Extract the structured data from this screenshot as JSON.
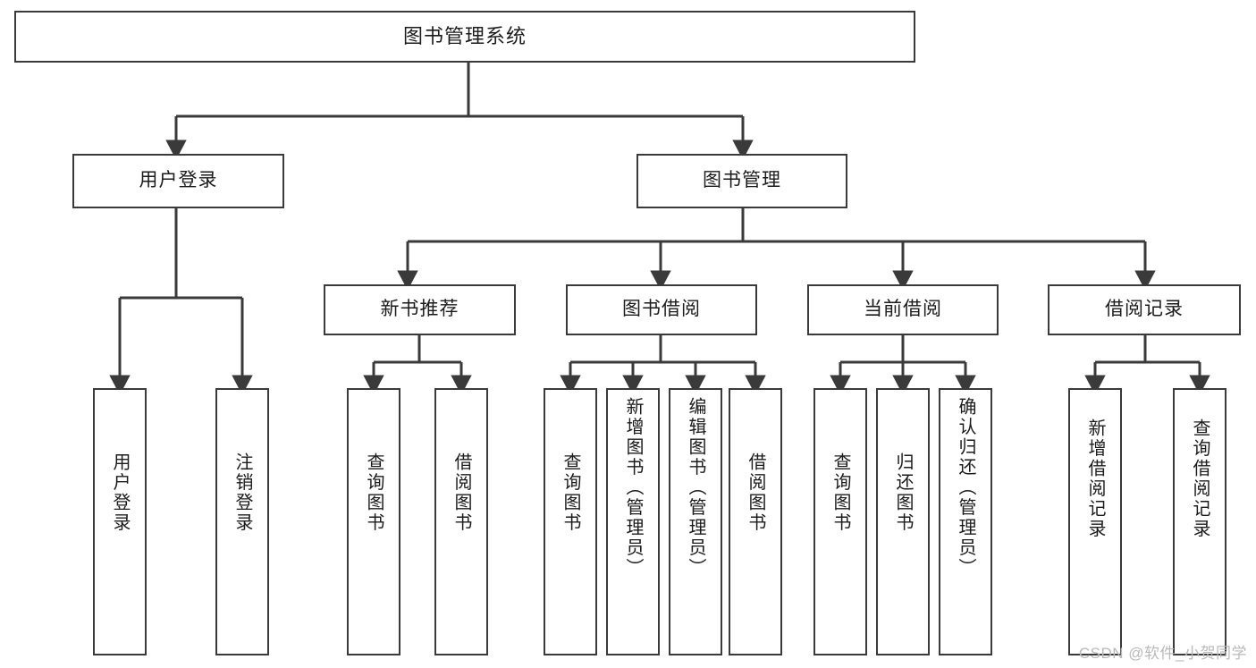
{
  "diagram": {
    "type": "hierarchy-tree",
    "title_node": {
      "id": "root",
      "label": "图书管理系统"
    },
    "level2": [
      {
        "id": "user-login",
        "label": "用户登录"
      },
      {
        "id": "book-management",
        "label": "图书管理"
      }
    ],
    "level3": [
      {
        "id": "new-book-recommend",
        "label": "新书推荐",
        "parent": "book-management"
      },
      {
        "id": "book-borrow",
        "label": "图书借阅",
        "parent": "book-management"
      },
      {
        "id": "current-borrow",
        "label": "当前借阅",
        "parent": "book-management"
      },
      {
        "id": "borrow-record",
        "label": "借阅记录",
        "parent": "book-management"
      }
    ],
    "leaves": [
      {
        "id": "leaf-user-login",
        "label": "用户登录",
        "parent": "user-login"
      },
      {
        "id": "leaf-logout-login",
        "label": "注销登录",
        "parent": "user-login"
      },
      {
        "id": "leaf-query-book-1",
        "label": "查询图书",
        "parent": "new-book-recommend"
      },
      {
        "id": "leaf-borrow-book-1",
        "label": "借阅图书",
        "parent": "new-book-recommend"
      },
      {
        "id": "leaf-query-book-2",
        "label": "查询图书",
        "parent": "book-borrow"
      },
      {
        "id": "leaf-add-book",
        "label": "新增图书（管理员）",
        "parent": "book-borrow"
      },
      {
        "id": "leaf-edit-book",
        "label": "编辑图书（管理员）",
        "parent": "book-borrow"
      },
      {
        "id": "leaf-borrow-book-2",
        "label": "借阅图书",
        "parent": "book-borrow"
      },
      {
        "id": "leaf-query-book-3",
        "label": "查询图书",
        "parent": "current-borrow"
      },
      {
        "id": "leaf-return-book",
        "label": "归还图书",
        "parent": "current-borrow"
      },
      {
        "id": "leaf-confirm-return",
        "label": "确认归还（管理员）",
        "parent": "current-borrow"
      },
      {
        "id": "leaf-add-borrow-record",
        "label": "新增借阅记录",
        "parent": "borrow-record"
      },
      {
        "id": "leaf-query-borrow-record",
        "label": "查询借阅记录",
        "parent": "borrow-record"
      }
    ],
    "colors": {
      "stroke": "#3a3a3a",
      "fill": "#ffffff",
      "text": "#1b1b1b",
      "watermark": "#b9b9b9"
    }
  },
  "watermark": {
    "text": "CSDN @软件_小贺同学"
  }
}
